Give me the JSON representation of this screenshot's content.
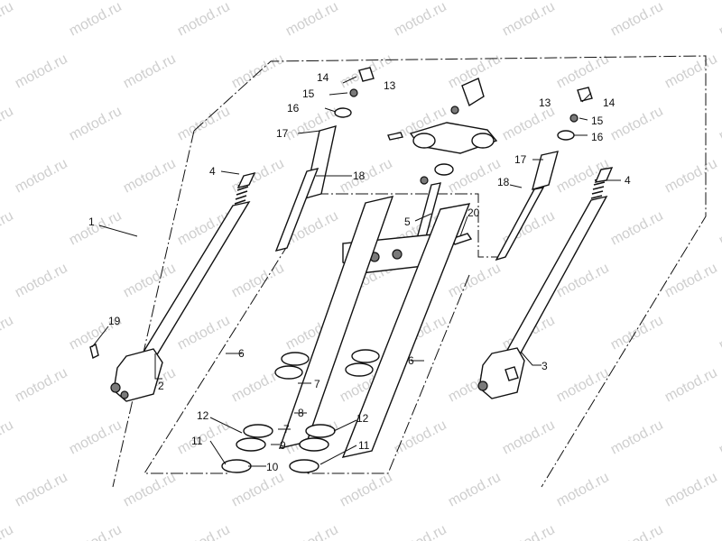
{
  "watermark": {
    "text": "motod.ru",
    "color": "#cfcfcf"
  },
  "diagram": {
    "type": "exploded-parts-diagram",
    "callouts": [
      {
        "id": "c1",
        "text": "1"
      },
      {
        "id": "c2",
        "text": "2"
      },
      {
        "id": "c3",
        "text": "3"
      },
      {
        "id": "c4a",
        "text": "4"
      },
      {
        "id": "c4b",
        "text": "4"
      },
      {
        "id": "c5",
        "text": "5"
      },
      {
        "id": "c6a",
        "text": "6"
      },
      {
        "id": "c6b",
        "text": "6"
      },
      {
        "id": "c7a",
        "text": "7"
      },
      {
        "id": "c7b",
        "text": "7"
      },
      {
        "id": "c8",
        "text": "8"
      },
      {
        "id": "c9",
        "text": "9"
      },
      {
        "id": "c10",
        "text": "10"
      },
      {
        "id": "c11a",
        "text": "11"
      },
      {
        "id": "c11b",
        "text": "11"
      },
      {
        "id": "c12a",
        "text": "12"
      },
      {
        "id": "c12b",
        "text": "12"
      },
      {
        "id": "c13a",
        "text": "13"
      },
      {
        "id": "c13b",
        "text": "13"
      },
      {
        "id": "c14a",
        "text": "14"
      },
      {
        "id": "c14b",
        "text": "14"
      },
      {
        "id": "c15a",
        "text": "15"
      },
      {
        "id": "c15b",
        "text": "15"
      },
      {
        "id": "c16a",
        "text": "16"
      },
      {
        "id": "c16b",
        "text": "16"
      },
      {
        "id": "c17a",
        "text": "17"
      },
      {
        "id": "c17b",
        "text": "17"
      },
      {
        "id": "c18a",
        "text": "18"
      },
      {
        "id": "c18b",
        "text": "18"
      },
      {
        "id": "c19",
        "text": "19"
      },
      {
        "id": "c20",
        "text": "20"
      }
    ]
  }
}
